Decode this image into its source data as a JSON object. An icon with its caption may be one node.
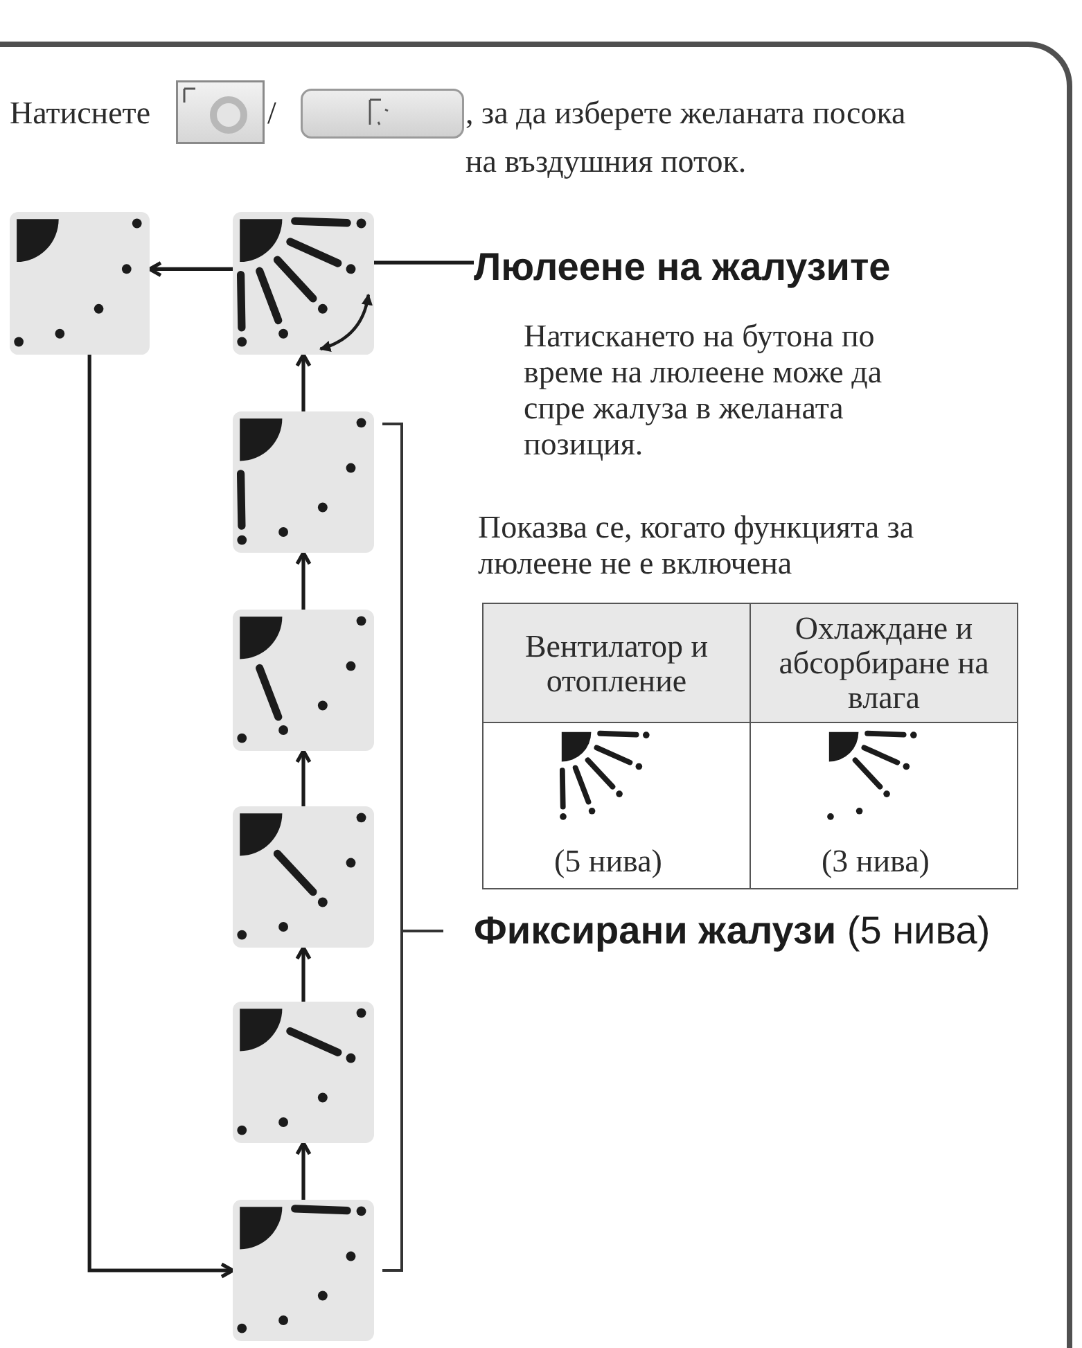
{
  "diagram": {
    "nodes": [
      {
        "text": [],
        "shape": "picture"
      },
      {
        "text": [],
        "shape": "picture"
      },
      {
        "text": [
          "Люлеене на жалузите"
        ]
      },
      {
        "text": [],
        "shape": "picture"
      },
      {
        "text": [],
        "shape": "picture"
      },
      {
        "text": [],
        "shape": "picture"
      },
      {
        "text": [],
        "shape": "picture"
      },
      {
        "text": [],
        "shape": "picture"
      }
    ],
    "edges": [
      {
        "from": 1,
        "to": 0,
        "arrow": "to"
      },
      {
        "from": 2,
        "to": 1,
        "arrow": "none"
      },
      {
        "from": 3,
        "to": 1,
        "arrow": "to"
      },
      {
        "from": 4,
        "to": 3,
        "arrow": "to"
      },
      {
        "from": 5,
        "to": 4,
        "arrow": "to"
      },
      {
        "from": 6,
        "to": 5,
        "arrow": "to"
      },
      {
        "from": 7,
        "to": 6,
        "arrow": "to"
      },
      {
        "from": 0,
        "to": 7,
        "arrow": "to"
      }
    ],
    "labels": [
      "Натиснете",
      "/",
      ", за да изберете желаната посока на въздушния поток.",
      "Натискането на бутона по време на люлеене може да спре жалуза в желаната позиция.",
      "Показва се, когато функцията за люлеене не е включена",
      "Вентилатор и отопление",
      "Охлаждане и абсорбиране на влага",
      "(5 нива)",
      "(3 нива)",
      "**Фиксирани жалузи** (5 нива)"
    ]
  }
}
